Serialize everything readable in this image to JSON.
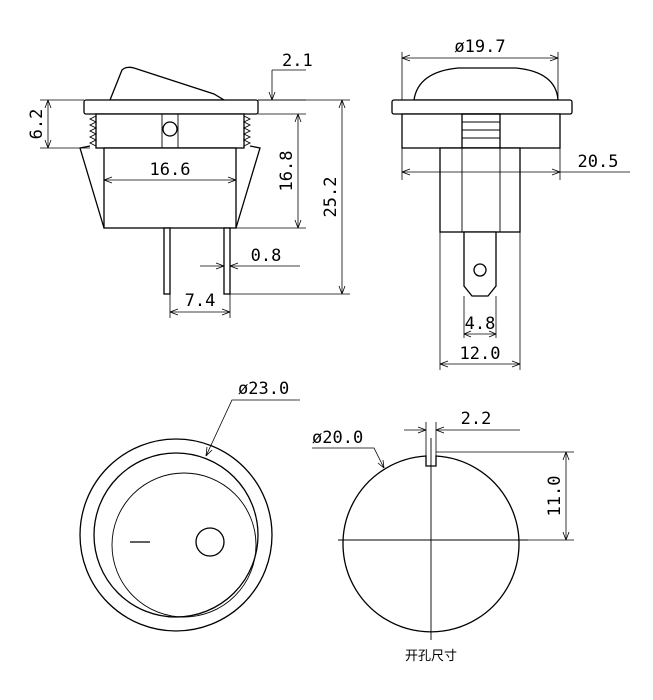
{
  "side_view": {
    "overall_height": "25.2",
    "top_thickness": "2.1",
    "bezel_height": "6.2",
    "body_height": "16.8",
    "body_width": "16.6",
    "terminal_thickness": "0.8",
    "terminal_spacing": "7.4"
  },
  "end_view": {
    "cap_diameter": "ø19.7",
    "flange_width": "20.5",
    "terminal_width": "4.8",
    "body_width": "12.0"
  },
  "top_view": {
    "bezel_diameter": "ø23.0"
  },
  "panel_cutout": {
    "hole_diameter": "ø20.0",
    "notch_width": "2.2",
    "notch_depth": "11.0",
    "caption": "开孔尺寸"
  }
}
